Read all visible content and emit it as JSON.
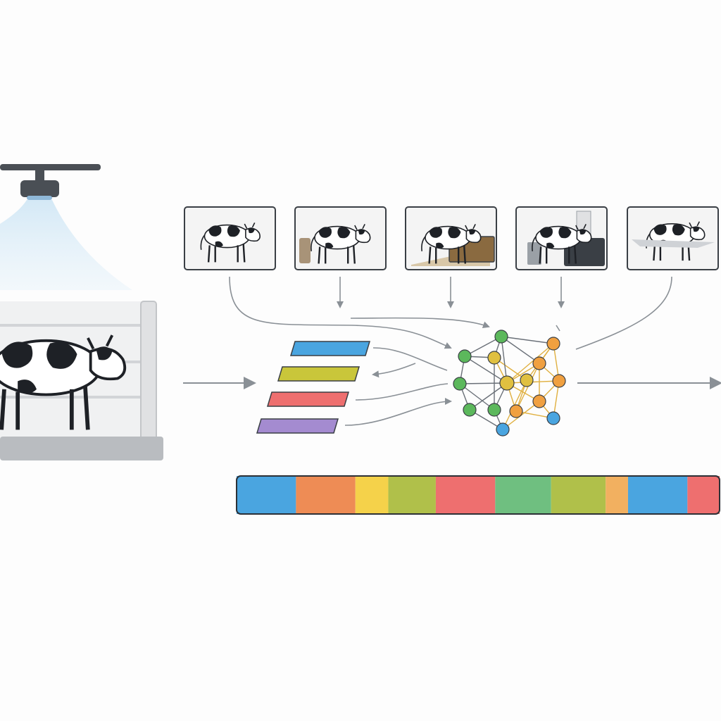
{
  "colors": {
    "background": "#fdfdfd",
    "stroke": "#8a9096",
    "camera": "#4a4f55",
    "cow_black": "#1e2126",
    "fence": "#e6e7e9",
    "floor": "#b9bcc0"
  },
  "icons": {
    "camera": "ceiling-camera-icon",
    "cow": "cow-icon",
    "network": "neural-network-icon"
  },
  "frames": [
    {
      "scene": "cow-standing"
    },
    {
      "scene": "cow-feeding-bucket"
    },
    {
      "scene": "cow-at-feeder-box"
    },
    {
      "scene": "cow-at-feeder-machine"
    },
    {
      "scene": "cow-lying-stretched"
    }
  ],
  "feature_bars": [
    "#4aa5e0",
    "#c9c63a",
    "#ee6f6f",
    "#a48bd0"
  ],
  "network": {
    "node_colors": [
      "#5cb85c",
      "#f0a040",
      "#e0c040",
      "#4aa5e0"
    ]
  },
  "timeline": {
    "segments": [
      {
        "color": "#4aa5e0",
        "share": 0.085
      },
      {
        "color": "#ee8c55",
        "share": 0.085
      },
      {
        "color": "#f5d24a",
        "share": 0.047
      },
      {
        "color": "#b0c04a",
        "share": 0.068
      },
      {
        "color": "#ee6f6f",
        "share": 0.085
      },
      {
        "color": "#6fbf80",
        "share": 0.08
      },
      {
        "color": "#b0c04a",
        "share": 0.078
      },
      {
        "color": "#f2b060",
        "share": 0.032
      },
      {
        "color": "#4aa5e0",
        "share": 0.085
      },
      {
        "color": "#ee6f6f",
        "share": 0.046
      }
    ]
  }
}
